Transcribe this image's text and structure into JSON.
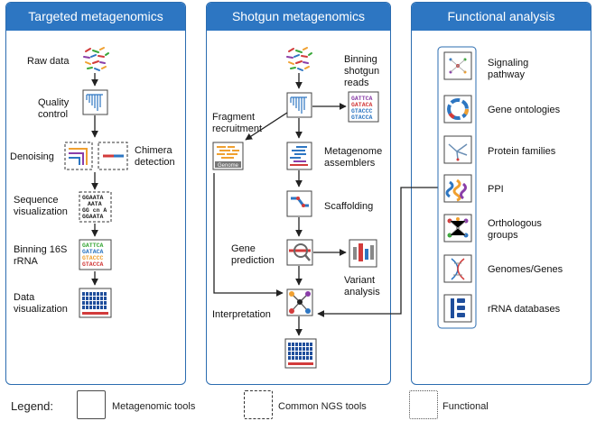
{
  "panels": {
    "targeted": {
      "title": "Targeted metagenomics",
      "steps": {
        "raw_data": "Raw data",
        "quality_control": [
          "Quality",
          "control"
        ],
        "denoising": "Denoising",
        "chimera": [
          "Chimera",
          "detection"
        ],
        "sequence_vis": [
          "Sequence",
          "visualization"
        ],
        "binning16s": [
          "Binning 16S",
          "rRNA"
        ],
        "data_vis": [
          "Data",
          "visualization"
        ]
      }
    },
    "shotgun": {
      "title": "Shotgun metagenomics",
      "steps": {
        "binning_reads": [
          "Binning",
          "shotgun",
          "reads"
        ],
        "fragment": [
          "Fragment",
          "recruitment"
        ],
        "assemblers": [
          "Metagenome",
          "assemblers"
        ],
        "scaffolding": "Scaffolding",
        "gene_prediction": [
          "Gene",
          "prediction"
        ],
        "variant": [
          "Variant",
          "analysis"
        ],
        "interpretation": "Interpretation",
        "genome_tag": "Genome"
      }
    },
    "functional": {
      "title": "Functional analysis",
      "items": [
        [
          "Signaling",
          "pathway"
        ],
        [
          "Gene ontologies"
        ],
        [
          "Protein families"
        ],
        [
          "PPI"
        ],
        [
          "Orthologous",
          "groups"
        ],
        [
          "Genomes/Genes"
        ],
        [
          "rRNA databases"
        ]
      ]
    }
  },
  "sequences": {
    "seq_vis": [
      "GGAATA",
      "AATA",
      "GG cn A",
      "GGAATA"
    ],
    "bin16s": [
      "GATTCA",
      "GATACA",
      "GTACCC",
      "GTACCA"
    ],
    "shotgun": [
      "GATTCA",
      "GATACA",
      "GTACCC",
      "GTACCA"
    ]
  },
  "legend": {
    "title": "Legend:",
    "metagenomic": "Metagenomic tools",
    "ngs": "Common NGS tools",
    "functional": "Functional"
  },
  "colors": {
    "panel_header": "#2d76c2",
    "panel_border": "#2b6cb0",
    "heatmap": "#1f4e9c",
    "accent_red": "#d23b3b",
    "accent_orange": "#f0a030",
    "accent_purple": "#8a3ea8",
    "accent_green": "#3aa83a"
  }
}
